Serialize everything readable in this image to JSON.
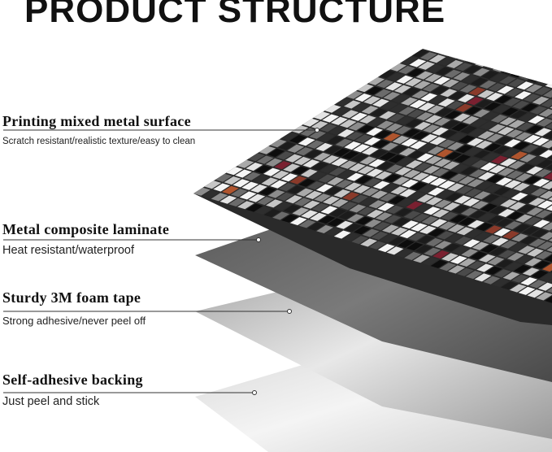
{
  "title": "PRODUCT STRUCTURE",
  "layers": [
    {
      "heading": "Printing mixed metal surface",
      "description": "Scratch resistant/realistic texture/easy to clean"
    },
    {
      "heading": "Metal composite laminate",
      "description": "Heat resistant/waterproof"
    },
    {
      "heading": "Sturdy 3M foam tape",
      "description": "Strong adhesive/never peel off"
    },
    {
      "heading": "Self-adhesive backing",
      "description": "Just peel and stick"
    }
  ],
  "colors": {
    "text": "#111111",
    "leader_line": "#333333",
    "laminate": "#6e6e6e",
    "foam": "#c8c8c8",
    "backing": "#e6e6e6"
  }
}
